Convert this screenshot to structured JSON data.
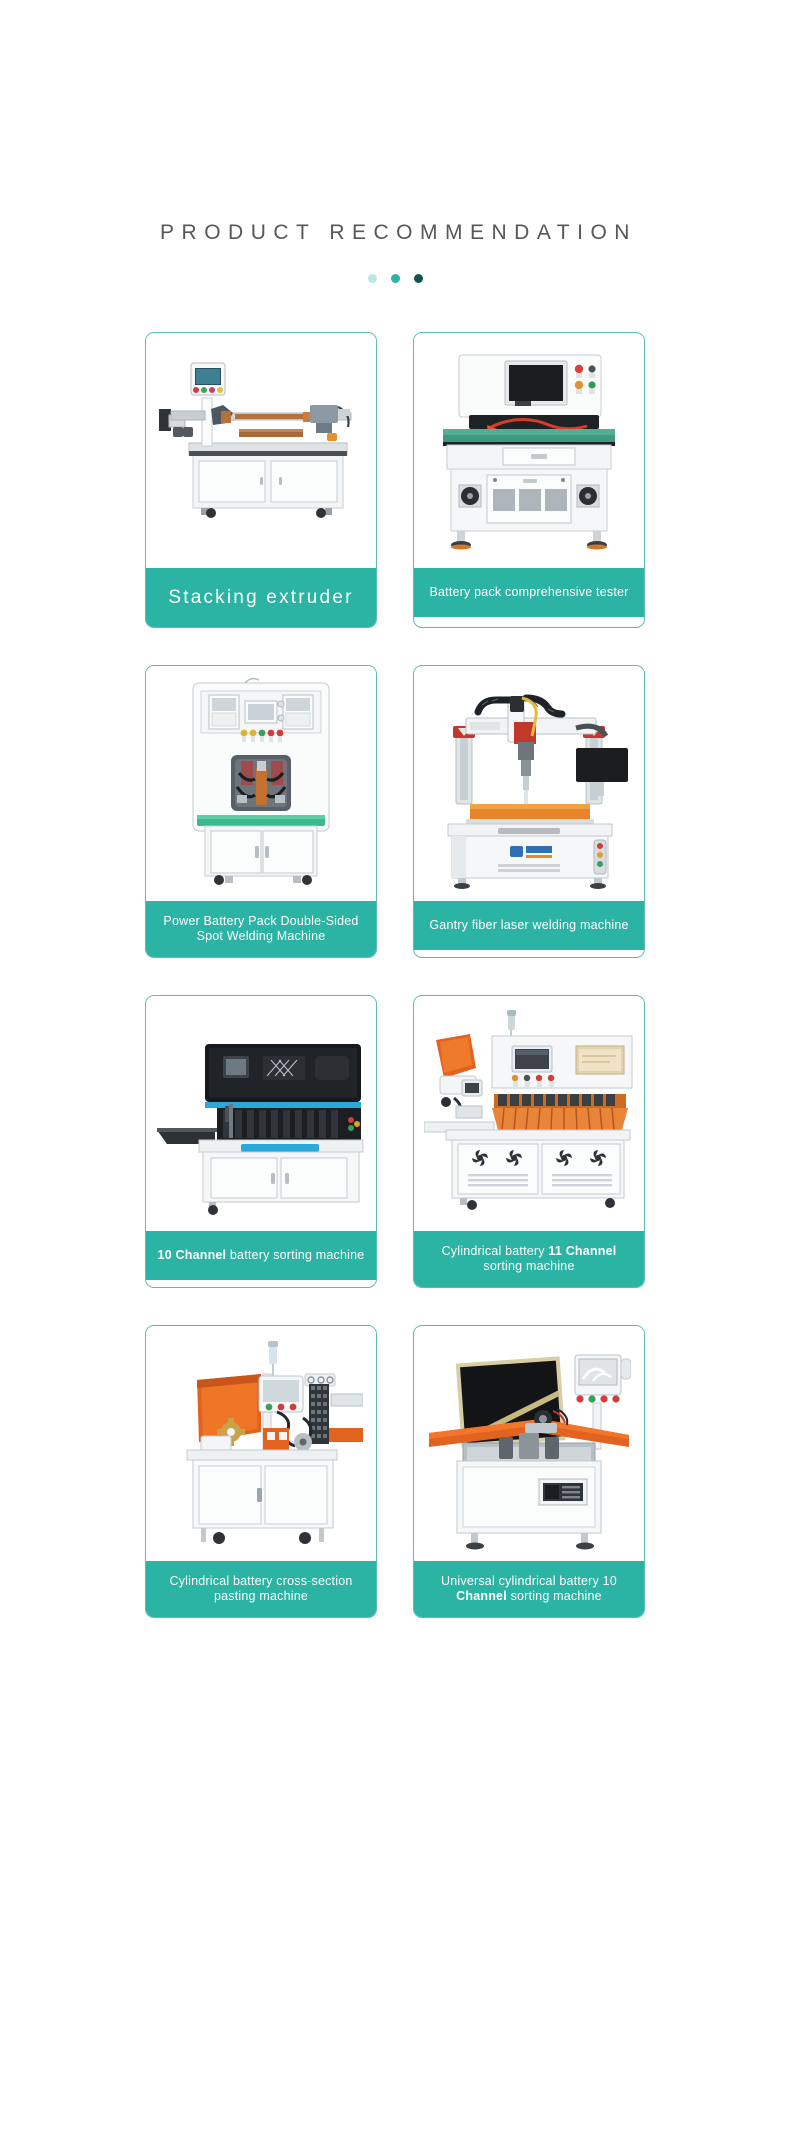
{
  "header": {
    "title": "PRODUCT RECOMMENDATION",
    "dots": [
      {
        "name": "carousel-dot-1",
        "color": "#bde5e0"
      },
      {
        "name": "carousel-dot-2",
        "color": "#2bb3a3"
      },
      {
        "name": "carousel-dot-3",
        "color": "#14534c"
      }
    ]
  },
  "theme": {
    "accent": "#2bb3a3",
    "border": "#5cbcb4",
    "title_color": "#575757",
    "caption_text": "#ffffff",
    "background": "#ffffff"
  },
  "products": [
    {
      "id": "stacking-extruder",
      "image_alt": "stacking extruder machine",
      "caption_parts": [
        {
          "text": "Stacking extruder",
          "bold": false
        }
      ],
      "caption_plain": "Stacking extruder",
      "caption_style": "hero",
      "lines": 1
    },
    {
      "id": "battery-pack-comprehensive-tester",
      "image_alt": "battery pack comprehensive tester bench",
      "caption_parts": [
        {
          "text": "Battery pack comprehensive tester",
          "bold": false
        }
      ],
      "caption_plain": "Battery pack comprehensive tester",
      "caption_style": "normal",
      "lines": 1
    },
    {
      "id": "power-battery-pack-double-sided-spot-welding-machine",
      "image_alt": "power battery pack double-sided spot welding machine",
      "caption_parts": [
        {
          "text": "Power Battery Pack Double-Sided Spot Welding Machine",
          "bold": false
        }
      ],
      "caption_plain": "Power Battery Pack Double-Sided Spot Welding Machine",
      "caption_style": "normal",
      "lines": 2
    },
    {
      "id": "gantry-fiber-laser-welding-machine",
      "image_alt": "gantry fiber laser welding machine",
      "caption_parts": [
        {
          "text": "Gantry fiber laser welding machine",
          "bold": false
        }
      ],
      "caption_plain": "Gantry fiber laser welding machine",
      "caption_style": "normal",
      "lines": 1
    },
    {
      "id": "10-channel-battery-sorting-machine",
      "image_alt": "10 channel battery sorting machine",
      "caption_parts": [
        {
          "text": "10 Channel",
          "bold": true
        },
        {
          "text": " battery sorting machine",
          "bold": false
        }
      ],
      "caption_plain": "10 Channel battery sorting machine",
      "caption_style": "normal",
      "lines": 1
    },
    {
      "id": "cylindrical-battery-11-channel-sorting-machine",
      "image_alt": "cylindrical battery 11 channel sorting machine",
      "caption_parts": [
        {
          "text": "Cylindrical battery ",
          "bold": false
        },
        {
          "text": "11 Channel",
          "bold": true
        },
        {
          "text": " sorting machine",
          "bold": false
        }
      ],
      "caption_plain": "Cylindrical battery 11 Channel sorting machine",
      "caption_style": "normal",
      "lines": 2
    },
    {
      "id": "cylindrical-battery-cross-section-pasting-machine",
      "image_alt": "cylindrical battery cross-section pasting machine",
      "caption_parts": [
        {
          "text": "Cylindrical battery cross-section pasting machine",
          "bold": false
        }
      ],
      "caption_plain": "Cylindrical battery cross-section pasting machine",
      "caption_style": "normal",
      "lines": 2
    },
    {
      "id": "universal-cylindrical-battery-10-channel-sorting-machine",
      "image_alt": "universal cylindrical battery 10 channel sorting machine",
      "caption_parts": [
        {
          "text": "Universal cylindrical battery 10 ",
          "bold": false
        },
        {
          "text": "Channel",
          "bold": true
        },
        {
          "text": " sorting machine",
          "bold": false
        }
      ],
      "caption_plain": "Universal cylindrical battery 10 Channel sorting machine",
      "caption_style": "normal",
      "lines": 2
    }
  ]
}
